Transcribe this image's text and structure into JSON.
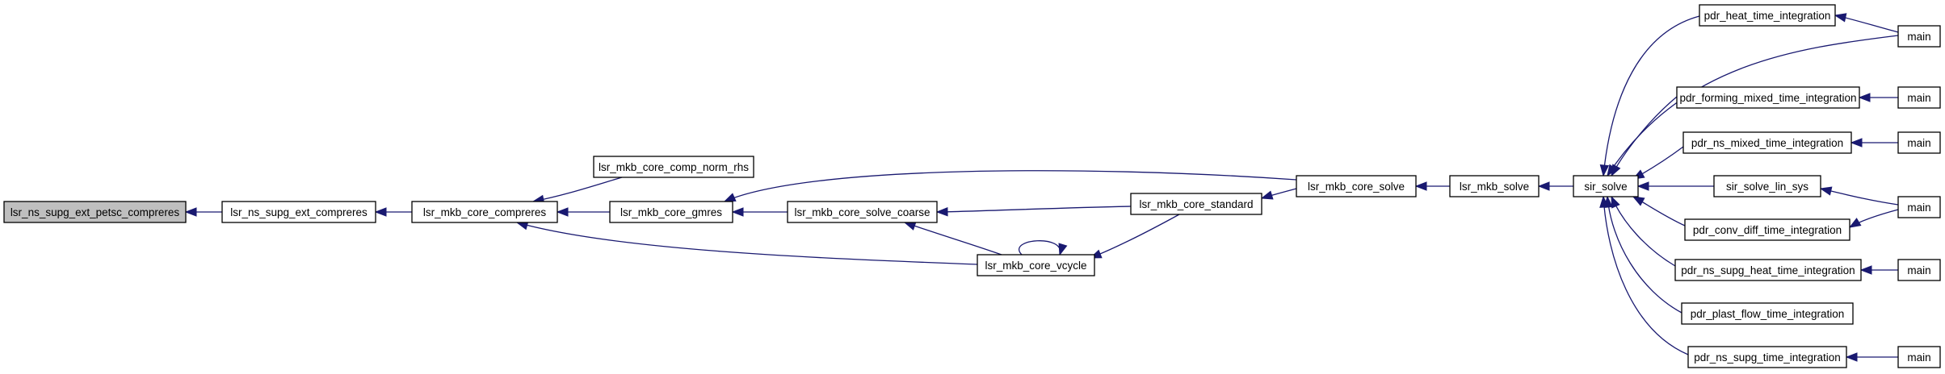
{
  "colors": {
    "node_fill": "#ffffff",
    "focus_fill": "#bfbfbf",
    "node_border": "#000000",
    "edge": "#191970"
  },
  "nodes": [
    {
      "id": "n0",
      "label": "lsr_ns_supg_ext_petsc_compreres",
      "focus": true
    },
    {
      "id": "n1",
      "label": "lsr_ns_supg_ext_compreres"
    },
    {
      "id": "n2",
      "label": "lsr_mkb_core_compreres"
    },
    {
      "id": "n3",
      "label": "lsr_mkb_core_comp_norm_rhs"
    },
    {
      "id": "n4",
      "label": "lsr_mkb_core_gmres"
    },
    {
      "id": "n5",
      "label": "lsr_mkb_core_solve_coarse"
    },
    {
      "id": "n6",
      "label": "lsr_mkb_core_vcycle"
    },
    {
      "id": "n7",
      "label": "lsr_mkb_core_standard"
    },
    {
      "id": "n8",
      "label": "lsr_mkb_core_solve"
    },
    {
      "id": "n9",
      "label": "lsr_mkb_solve"
    },
    {
      "id": "n10",
      "label": "sir_solve"
    },
    {
      "id": "n11",
      "label": "pdr_heat_time_integration"
    },
    {
      "id": "n12",
      "label": "pdr_forming_mixed_time_integration"
    },
    {
      "id": "n13",
      "label": "pdr_ns_mixed_time_integration"
    },
    {
      "id": "n14",
      "label": "sir_solve_lin_sys"
    },
    {
      "id": "n15",
      "label": "pdr_conv_diff_time_integration"
    },
    {
      "id": "n16",
      "label": "pdr_ns_supg_heat_time_integration"
    },
    {
      "id": "n17",
      "label": "pdr_plast_flow_time_integration"
    },
    {
      "id": "n18",
      "label": "pdr_ns_supg_time_integration"
    },
    {
      "id": "n19",
      "label": "main"
    },
    {
      "id": "n20",
      "label": "main"
    },
    {
      "id": "n21",
      "label": "main"
    },
    {
      "id": "n22",
      "label": "main"
    },
    {
      "id": "n23",
      "label": "main"
    },
    {
      "id": "n24",
      "label": "main"
    }
  ],
  "edges": [
    {
      "from": "n1",
      "to": "n0"
    },
    {
      "from": "n2",
      "to": "n1"
    },
    {
      "from": "n3",
      "to": "n2"
    },
    {
      "from": "n4",
      "to": "n2"
    },
    {
      "from": "n6",
      "to": "n2"
    },
    {
      "from": "n5",
      "to": "n4"
    },
    {
      "from": "n8",
      "to": "n4"
    },
    {
      "from": "n6",
      "to": "n5"
    },
    {
      "from": "n7",
      "to": "n5"
    },
    {
      "from": "n6",
      "to": "n6"
    },
    {
      "from": "n7",
      "to": "n6"
    },
    {
      "from": "n8",
      "to": "n7"
    },
    {
      "from": "n9",
      "to": "n8"
    },
    {
      "from": "n10",
      "to": "n9"
    },
    {
      "from": "n11",
      "to": "n10"
    },
    {
      "from": "n19",
      "to": "n10"
    },
    {
      "from": "n12",
      "to": "n10"
    },
    {
      "from": "n13",
      "to": "n10"
    },
    {
      "from": "n14",
      "to": "n10"
    },
    {
      "from": "n15",
      "to": "n10"
    },
    {
      "from": "n16",
      "to": "n10"
    },
    {
      "from": "n17",
      "to": "n10"
    },
    {
      "from": "n18",
      "to": "n10"
    },
    {
      "from": "n19",
      "to": "n11"
    },
    {
      "from": "n20",
      "to": "n12"
    },
    {
      "from": "n21",
      "to": "n13"
    },
    {
      "from": "n22",
      "to": "n14"
    },
    {
      "from": "n22",
      "to": "n15"
    },
    {
      "from": "n23",
      "to": "n16"
    },
    {
      "from": "n24",
      "to": "n18"
    }
  ]
}
